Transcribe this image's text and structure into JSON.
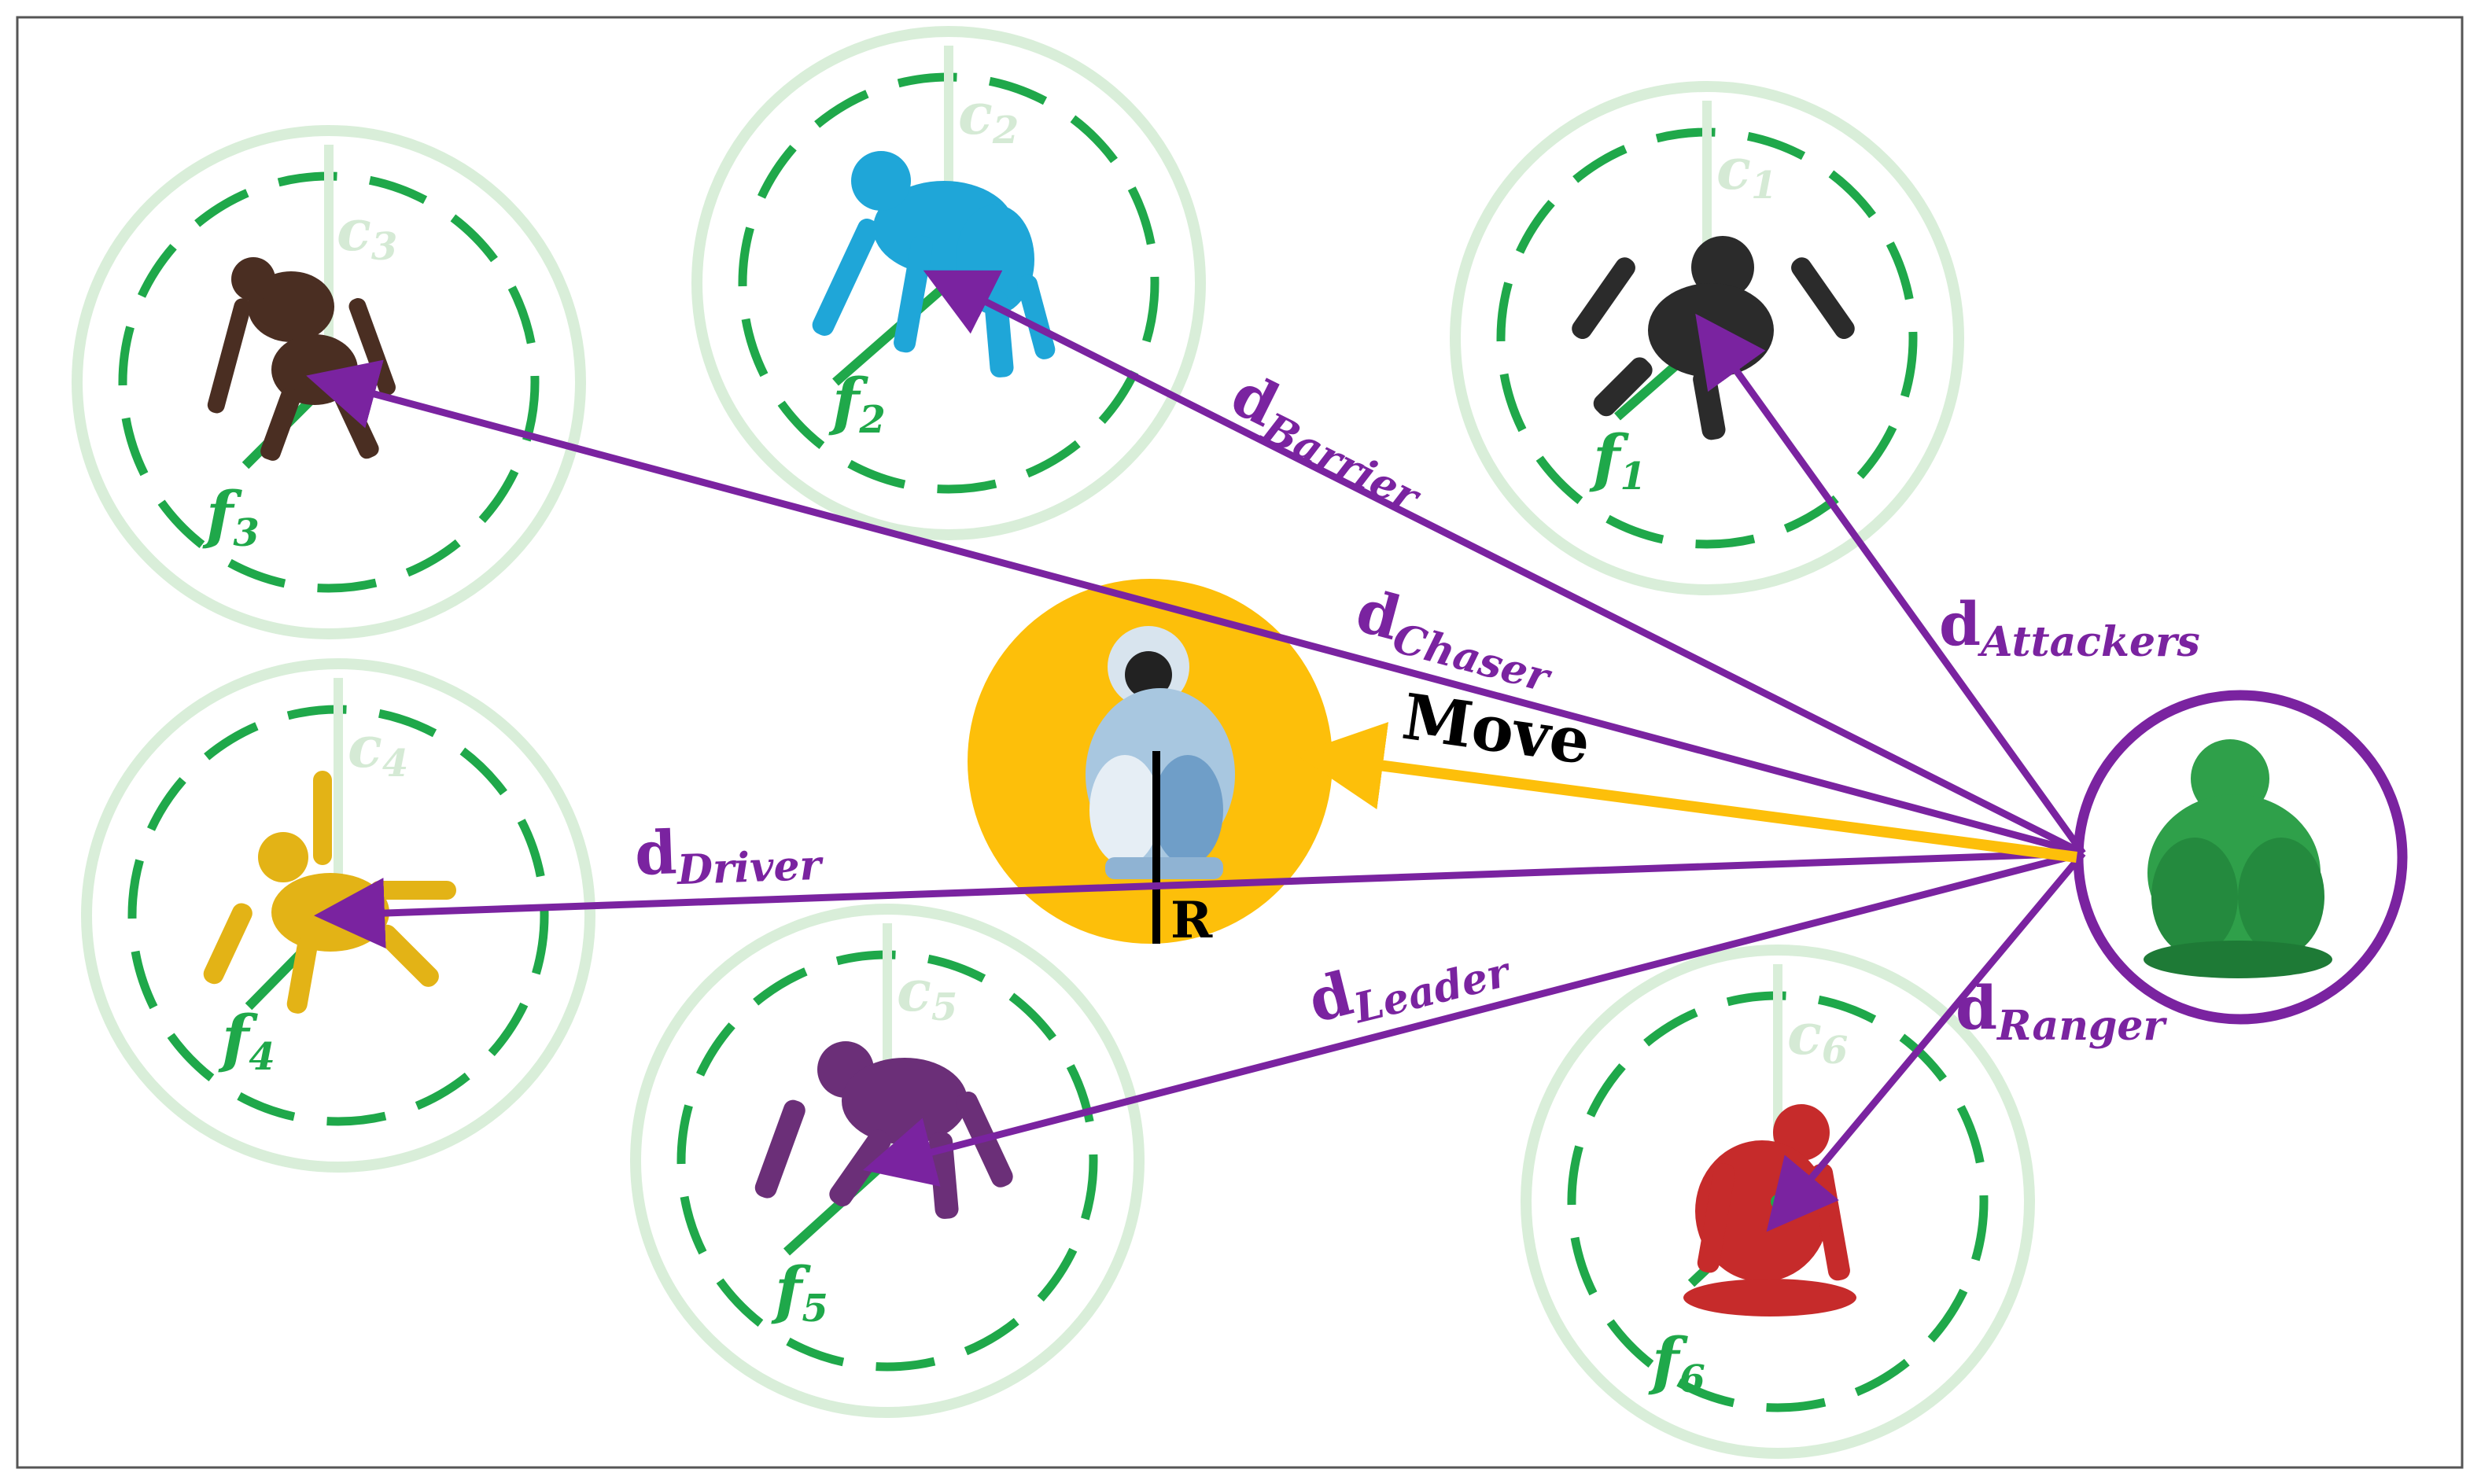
{
  "colors": {
    "purple": "#7a23a0",
    "green": "#1fa84a",
    "pale_green": "#d9eed9",
    "gold": "#fdbf0a",
    "black": "#000000"
  },
  "clocks": [
    {
      "id": 1,
      "c_main": "c",
      "c_sub": "1",
      "f_main": "f",
      "f_sub": "1",
      "monkey_color": "#2b2b2b"
    },
    {
      "id": 2,
      "c_main": "c",
      "c_sub": "2",
      "f_main": "f",
      "f_sub": "2",
      "monkey_color": "#1fa6d8"
    },
    {
      "id": 3,
      "c_main": "c",
      "c_sub": "3",
      "f_main": "f",
      "f_sub": "3",
      "monkey_color": "#4a2e22"
    },
    {
      "id": 4,
      "c_main": "c",
      "c_sub": "4",
      "f_main": "f",
      "f_sub": "4",
      "monkey_color": "#e3b316"
    },
    {
      "id": 5,
      "c_main": "c",
      "c_sub": "5",
      "f_main": "f",
      "f_sub": "5",
      "monkey_color": "#6b2f78"
    },
    {
      "id": 6,
      "c_main": "c",
      "c_sub": "6",
      "f_main": "f",
      "f_sub": "6",
      "monkey_color": "#c62b2b"
    }
  ],
  "distances": {
    "barrier": {
      "main": "d",
      "sub": "Barrier"
    },
    "attackers": {
      "main": "d",
      "sub": "Attackers"
    },
    "chaser": {
      "main": "d",
      "sub": "Chaser"
    },
    "driver": {
      "main": "d",
      "sub": "Driver"
    },
    "leader": {
      "main": "d",
      "sub": "Leader"
    },
    "ranger": {
      "main": "d",
      "sub": "Ranger"
    }
  },
  "move_label": "Move",
  "radius_label": "R",
  "prey": {
    "name": "prey-monkey",
    "color": "#a8c7e0"
  },
  "predator": {
    "name": "predator-chimp",
    "color": "#2fa04a"
  },
  "icons": [
    "monkey-icon",
    "chimp-icon",
    "arrow-icon",
    "clock-icon"
  ]
}
